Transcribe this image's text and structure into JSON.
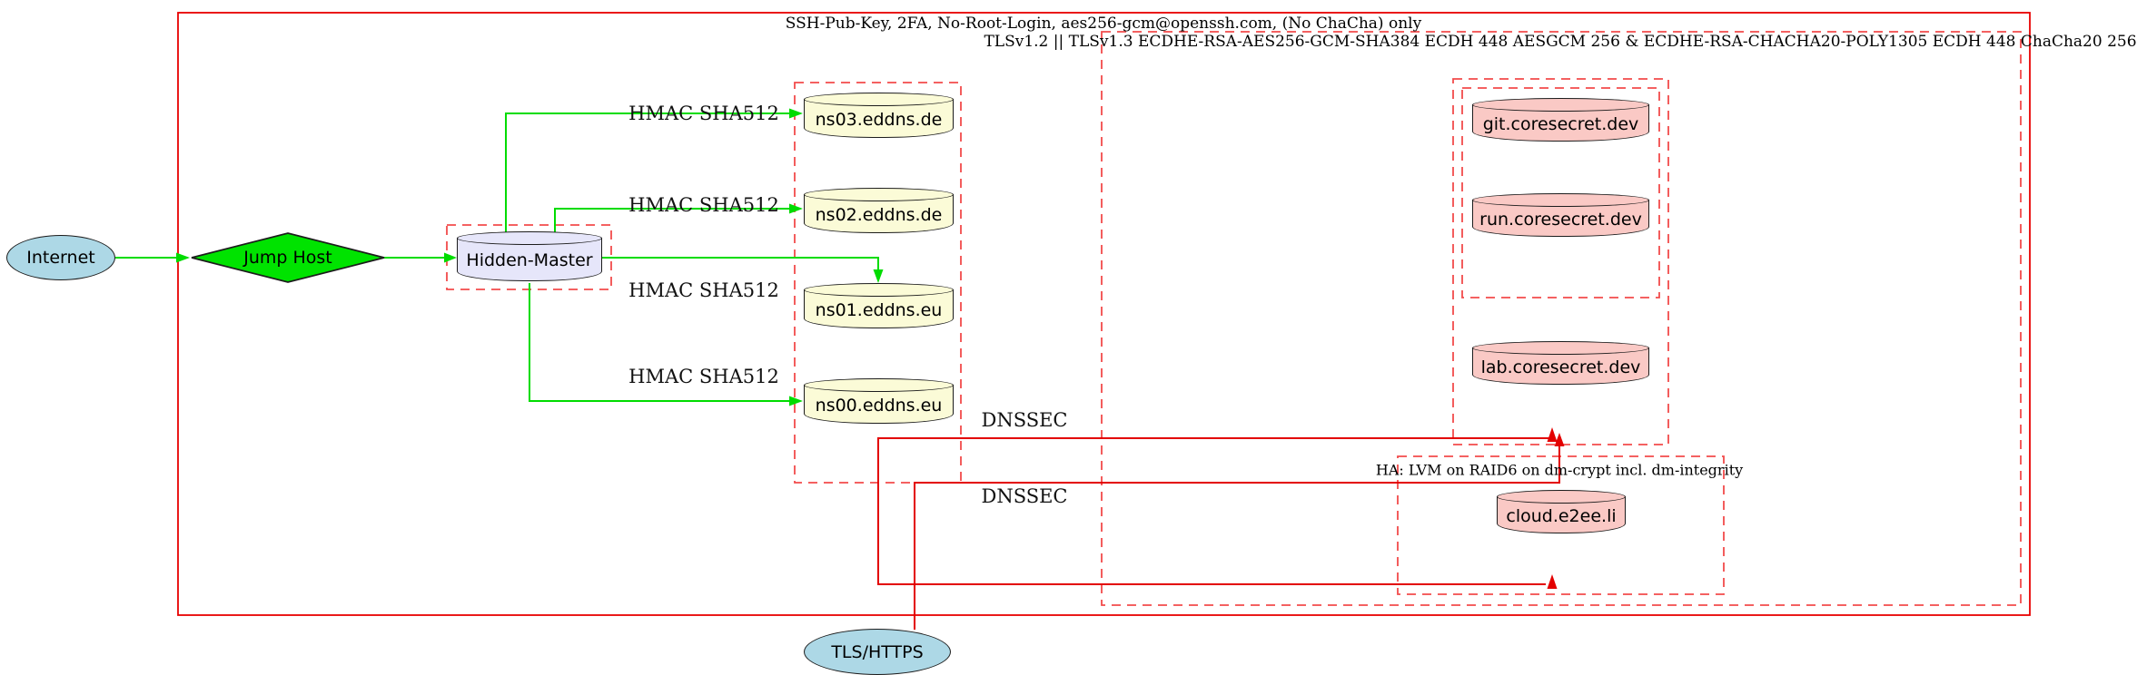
{
  "diagram_title": "",
  "clusters": {
    "ssh": {
      "label": "SSH-Pub-Key, 2FA, No-Root-Login, aes256-gcm@openssh.com, (No ChaCha) only",
      "border_style": "solid",
      "border_color": "#e60000"
    },
    "tls": {
      "label": "TLSv1.2 || TLSv1.3 ECDHE-RSA-AES256-GCM-SHA384 ECDH 448 AESGCM 256 & ECDHE-RSA-CHACHA20-POLY1305 ECDH 448 ChaCha20 256",
      "border_style": "dashed",
      "border_color": "#f24b4b"
    },
    "ha": {
      "label": "HA: LVM on RAID6 on dm-crypt incl. dm-integrity",
      "border_style": "dashed",
      "border_color": "#f24b4b"
    },
    "nameservers": {
      "label": "",
      "border_style": "dashed"
    },
    "hidden_master_box": {
      "label": "",
      "border_style": "dashed"
    },
    "coresecret_outer": {
      "label": "",
      "border_style": "dashed"
    },
    "coresecret_inner": {
      "label": "",
      "border_style": "dashed"
    }
  },
  "nodes": {
    "internet": {
      "label": "Internet",
      "shape": "ellipse",
      "fill": "#ADD8E6"
    },
    "jump_host": {
      "label": "Jump Host",
      "shape": "diamond",
      "fill": "#00E300"
    },
    "hidden_master": {
      "label": "Hidden-Master",
      "shape": "cylinder",
      "fill": "#E6E6FA"
    },
    "ns03": {
      "label": "ns03.eddns.de",
      "shape": "cylinder",
      "fill": "#FBFBD7"
    },
    "ns02": {
      "label": "ns02.eddns.de",
      "shape": "cylinder",
      "fill": "#FBFBD7"
    },
    "ns01": {
      "label": "ns01.eddns.eu",
      "shape": "cylinder",
      "fill": "#FBFBD7"
    },
    "ns00": {
      "label": "ns00.eddns.eu",
      "shape": "cylinder",
      "fill": "#FBFBD7"
    },
    "git": {
      "label": "git.coresecret.dev",
      "shape": "cylinder",
      "fill": "#FAC9C5"
    },
    "run": {
      "label": "run.coresecret.dev",
      "shape": "cylinder",
      "fill": "#FAC9C5"
    },
    "lab": {
      "label": "lab.coresecret.dev",
      "shape": "cylinder",
      "fill": "#FAC9C5"
    },
    "cloud": {
      "label": "cloud.e2ee.li",
      "shape": "cylinder",
      "fill": "#FAC9C5"
    },
    "tls_https": {
      "label": "TLS/HTTPS",
      "shape": "ellipse",
      "fill": "#ADD8E6"
    }
  },
  "edge_labels": {
    "hmac": "HMAC SHA512",
    "dnssec": "DNSSEC"
  },
  "colors": {
    "green_edge": "#00DC00",
    "red_edge": "#E30000",
    "solid_cluster_border": "#E80000",
    "dashed_cluster_border": "#F24B4B",
    "node_border": "#1c1c1c",
    "lightblue_fill": "#ADD8E6",
    "green_fill": "#00E300",
    "lavender_fill": "#E6E6FA",
    "lightyellow_fill": "#FBFBD7",
    "pink_fill": "#FAC9C5"
  }
}
